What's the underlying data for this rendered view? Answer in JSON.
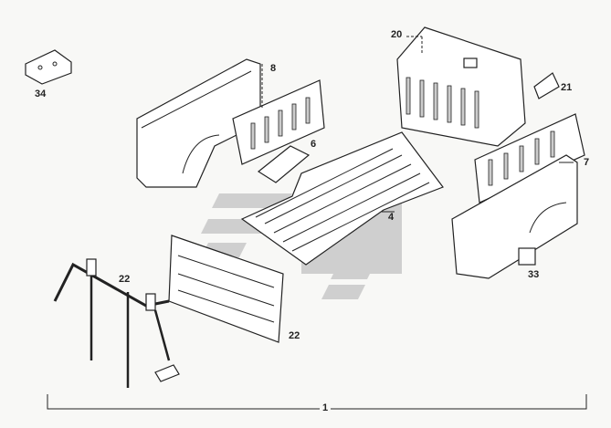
{
  "diagram": {
    "labels": [
      {
        "id": "34",
        "text": "34"
      },
      {
        "id": "8",
        "text": "8"
      },
      {
        "id": "6",
        "text": "6"
      },
      {
        "id": "20",
        "text": "20"
      },
      {
        "id": "21",
        "text": "21"
      },
      {
        "id": "7",
        "text": "7"
      },
      {
        "id": "4",
        "text": "4"
      },
      {
        "id": "33",
        "text": "33"
      },
      {
        "id": "22a",
        "text": "22"
      },
      {
        "id": "22b",
        "text": "22"
      },
      {
        "id": "1",
        "text": "1"
      }
    ],
    "colors": {
      "line": "#222222",
      "watermark": "#c8c8c8",
      "background": "#f8f8f6"
    }
  }
}
